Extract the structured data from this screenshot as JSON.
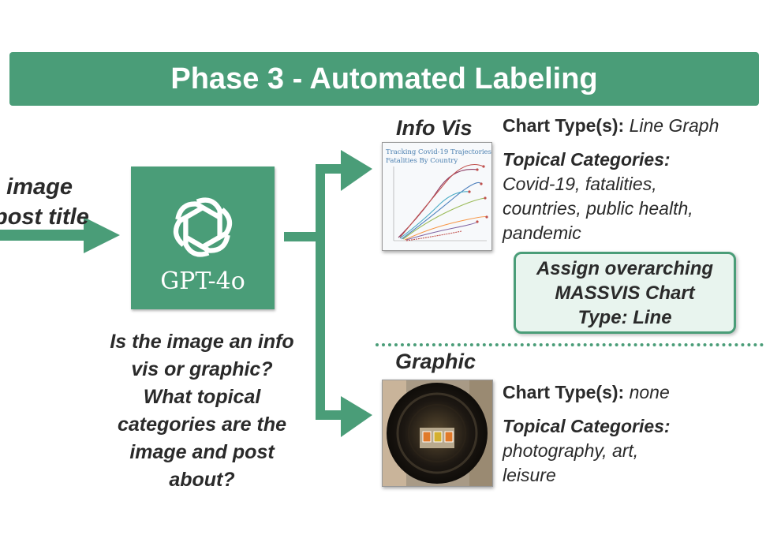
{
  "banner": {
    "title": "Phase 3 - Automated Labeling"
  },
  "input": {
    "line1": "image",
    "line2": "post title"
  },
  "model": {
    "name": "GPT-4o"
  },
  "question": {
    "lines": [
      "Is the image an info",
      "vis or graphic?",
      "What topical",
      "categories are the",
      "image and post",
      "about?"
    ]
  },
  "infovis": {
    "title": "Info Vis",
    "thumbnail": {
      "title_line1": "Tracking Covid-19 Trajectories:",
      "title_line2": "Fatalities By Country"
    },
    "chart_type_label": "Chart Type(s):",
    "chart_type_value": "Line Graph",
    "categories_label": "Topical Categories:",
    "categories_lines": [
      "Covid-19, fatalities,",
      "countries, public health,",
      "pandemic"
    ]
  },
  "assign": {
    "lines": [
      "Assign overarching",
      "MASSVIS Chart",
      "Type: Line"
    ]
  },
  "graphic": {
    "title": "Graphic",
    "chart_type_label": "Chart Type(s):",
    "chart_type_value": "none",
    "categories_label": "Topical Categories:",
    "categories_lines": [
      "photography, art,",
      "leisure"
    ]
  },
  "colors": {
    "accent": "#4a9d78",
    "assign_fill": "#e8f4ee"
  }
}
